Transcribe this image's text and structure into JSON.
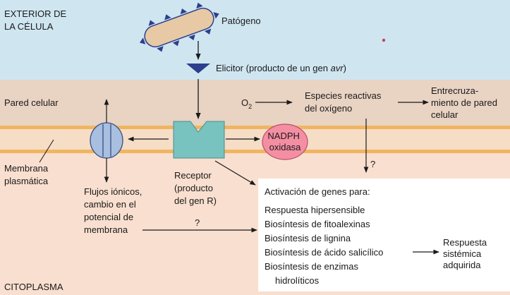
{
  "labels": {
    "exterior": [
      "EXTERIOR DE",
      "LA CÉLULA"
    ],
    "pathogen": "Patógeno",
    "elicitor": "Elicitor (producto de un gen avr)",
    "cell_wall": "Pared celular",
    "o2_symbol": "O",
    "o2_sub": "2",
    "ros": [
      "Especies reactivas",
      "del oxígeno"
    ],
    "crosslink": [
      "Entrecruza-",
      "miento de pared",
      "celular"
    ],
    "nadph": [
      "NADPH",
      "oxidasa"
    ],
    "question_ros": "?",
    "membrane": [
      "Membrana",
      "plasmática"
    ],
    "receptor": [
      "Receptor",
      "(producto",
      "del gen R)"
    ],
    "ion_flux": [
      "Flujos iónicos,",
      "cambio en el",
      "potencial de",
      "membrana"
    ],
    "question_flux": "?",
    "cytoplasm": "CITOPLASMA"
  },
  "gene_box": {
    "title": "Activación de genes para:",
    "items": [
      "Respuesta hipersensible",
      "Biosíntesis de fitoalexinas",
      "Biosíntesis de lignina",
      "Biosíntesis de ácido salicílico",
      "Biosíntesis de enzimas",
      "hidrolíticos"
    ]
  },
  "systemic": [
    "Respuesta",
    "sistémica",
    "adquirida"
  ],
  "colors": {
    "exterior_bg": "#cfe6f1",
    "wall_bg": "#e9d3c3",
    "membrane_line": "#f1b560",
    "cytoplasm_bg": "#f9dfcf",
    "receptor": "#78c2bf",
    "nadph": "#f48ea3",
    "channel": "#a9bfe0",
    "pathogen_body": "#e8c9a5",
    "pathogen_spikes": "#2c3f8c",
    "elicitor": "#2c3f8c"
  }
}
